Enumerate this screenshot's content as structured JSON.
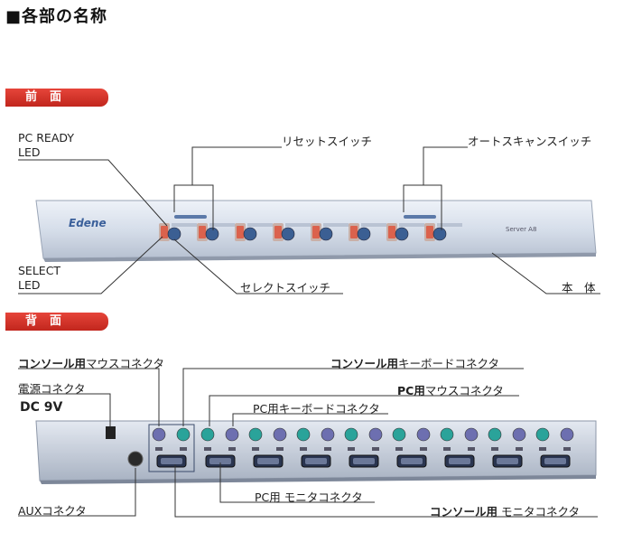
{
  "title": "■各部の名称",
  "front": {
    "section_label": "前面",
    "brand_logo": "Edene",
    "model_label": "Server A8",
    "labels": {
      "pc_ready_led_1": "PC READY",
      "pc_ready_led_2": "LED",
      "reset_switch": "リセットスイッチ",
      "auto_scan_switch": "オートスキャンスイッチ",
      "select_led_1": "SELECT",
      "select_led_2": "LED",
      "select_switch": "セレクトスイッチ",
      "body": "本　体"
    }
  },
  "back": {
    "section_label": "背面",
    "labels": {
      "console_mouse_bold": "コンソール用",
      "console_mouse_rest": "マウスコネクタ",
      "power_connector": "電源コネクタ",
      "dc9v": "DC 9V",
      "console_keyboard_bold": "コンソール用",
      "console_keyboard_rest": "キーボードコネクタ",
      "pc_mouse_bold": "PC用",
      "pc_mouse_rest": "マウスコネクタ",
      "pc_keyboard": "PC用キーボードコネクタ",
      "pc_monitor": "PC用 モニタコネクタ",
      "aux_connector": "AUXコネクタ",
      "console_monitor_bold": "コンソール用",
      "console_monitor_rest": " モニタコネクタ"
    }
  },
  "colors": {
    "badge_red": "#d7342a",
    "device_body": "#dde4ef",
    "led_red": "#e0482f",
    "button_blue": "#3b5f93",
    "port_teal": "#2aa39a",
    "port_purple": "#6d6fb0"
  }
}
